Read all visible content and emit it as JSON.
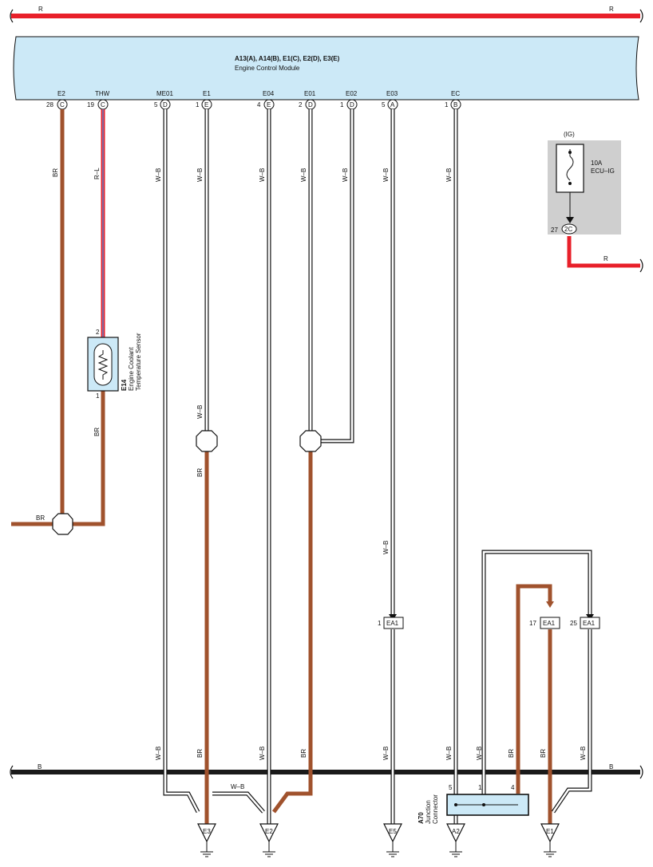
{
  "power": {
    "top_label_left": "R",
    "top_label_right": "R",
    "fuse_label_right": "R"
  },
  "ecm": {
    "connectors": "A13(A), A14(B), E1(C), E2(D), E3(E)",
    "name": "Engine Control Module",
    "pins": [
      {
        "name": "E2",
        "num": "28",
        "conn": "C"
      },
      {
        "name": "THW",
        "num": "19",
        "conn": "C"
      },
      {
        "name": "ME01",
        "num": "5",
        "conn": "D"
      },
      {
        "name": "E1",
        "num": "1",
        "conn": "E"
      },
      {
        "name": "E04",
        "num": "4",
        "conn": "E"
      },
      {
        "name": "E01",
        "num": "2",
        "conn": "D"
      },
      {
        "name": "E02",
        "num": "1",
        "conn": "D"
      },
      {
        "name": "E03",
        "num": "5",
        "conn": "A"
      },
      {
        "name": "EC",
        "num": "1",
        "conn": "B"
      }
    ]
  },
  "wire_colors": {
    "br": "BR",
    "rl": "R–L",
    "wb": "W–B",
    "b": "B",
    "r": "R"
  },
  "fuse": {
    "circuit": "(IG)",
    "rating": "10A",
    "name": "ECU–IG",
    "pin": "27",
    "conn": "2C"
  },
  "sensor": {
    "id": "E14",
    "name_line1": "Engine Coolant",
    "name_line2": "Temperature Sensor",
    "pin_top": "2",
    "pin_bottom": "1"
  },
  "junction": {
    "id": "A70",
    "name_line1": "Junction",
    "name_line2": "Connector",
    "pins": [
      "5",
      "1",
      "4"
    ]
  },
  "ea1": [
    {
      "num": "1",
      "label": "EA1"
    },
    {
      "num": "17",
      "label": "EA1"
    },
    {
      "num": "25",
      "label": "EA1"
    }
  ],
  "grounds": [
    "E3",
    "E2",
    "E5",
    "A2",
    "E1"
  ],
  "colors": {
    "brown": "#a0522d",
    "red": "#e8202a",
    "black": "#1a1a1a",
    "ecm_fill": "#cce9f7",
    "fuse_box": "#cfcfcf"
  }
}
